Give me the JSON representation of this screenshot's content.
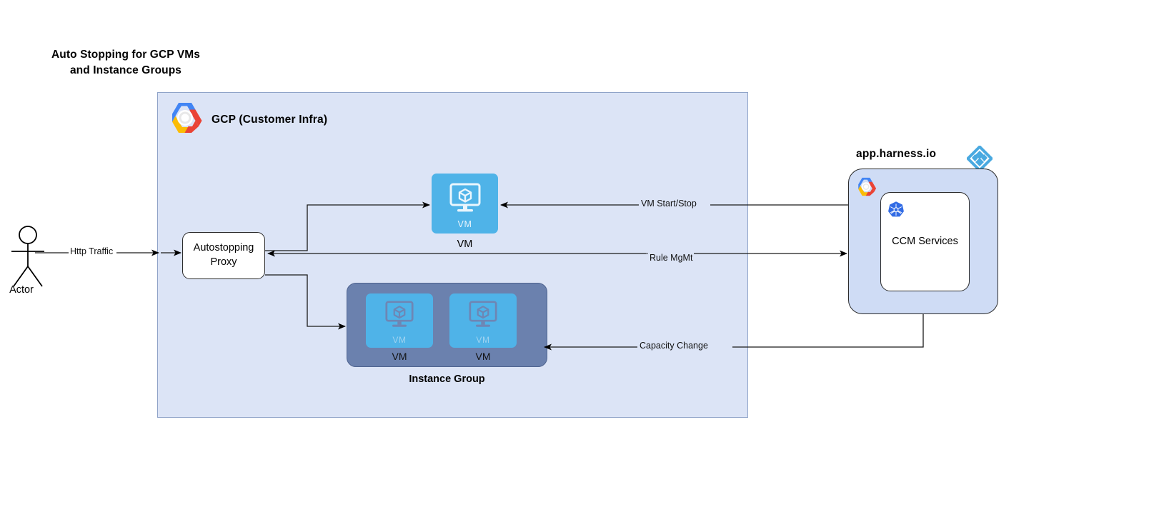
{
  "title": "Auto Stopping for GCP VMs\nand Instance Groups",
  "colors": {
    "gcp_container_bg": "#dce4f6",
    "gcp_container_border": "#8fa3c8",
    "vm_box": "#4fb3e8",
    "instance_group_bg": "#6b81ae",
    "harness_panel_bg": "#cfdcf5",
    "harness_logo_blue": "#49a9e0",
    "kubernetes_blue": "#326ce5",
    "edge_stroke": "#2b2b2b",
    "box_white": "#ffffff"
  },
  "actor": {
    "label": "Actor",
    "icon": "stick-figure-icon"
  },
  "gcp": {
    "label": "GCP (Customer Infra)",
    "logo_icon": "google-cloud-hexagon-icon",
    "proxy": {
      "label": "Autostopping\nProxy"
    },
    "vm": {
      "inner_label": "VM",
      "caption": "VM",
      "icon": "vm-monitor-cube-icon"
    },
    "instance_group": {
      "caption": "Instance Group",
      "vms": [
        {
          "inner_label": "VM",
          "caption": "VM",
          "icon": "vm-monitor-cube-icon"
        },
        {
          "inner_label": "VM",
          "caption": "VM",
          "icon": "vm-monitor-cube-icon"
        }
      ]
    }
  },
  "harness": {
    "label": "app.harness.io",
    "logo_icon": "harness-diamond-icon",
    "gcp_icon": "google-cloud-hexagon-icon",
    "service": {
      "label": "CCM Services",
      "icon": "kubernetes-helm-icon"
    }
  },
  "edges": [
    {
      "id": "http-traffic",
      "label": "Http Traffic",
      "from": "actor",
      "to": "autostopping-proxy"
    },
    {
      "id": "vm-start-stop",
      "label": "VM Start/Stop",
      "from": "ccm-services",
      "to": "vm"
    },
    {
      "id": "rule-mgmt",
      "label": "Rule MgMt",
      "from": "autostopping-proxy",
      "to": "ccm-services",
      "bidirectional": true
    },
    {
      "id": "capacity-change",
      "label": "Capacity Change",
      "from": "ccm-services",
      "to": "instance-group"
    },
    {
      "id": "proxy-to-vm",
      "label": "",
      "from": "autostopping-proxy",
      "to": "vm"
    },
    {
      "id": "proxy-to-instance-group",
      "label": "",
      "from": "autostopping-proxy",
      "to": "instance-group"
    }
  ]
}
